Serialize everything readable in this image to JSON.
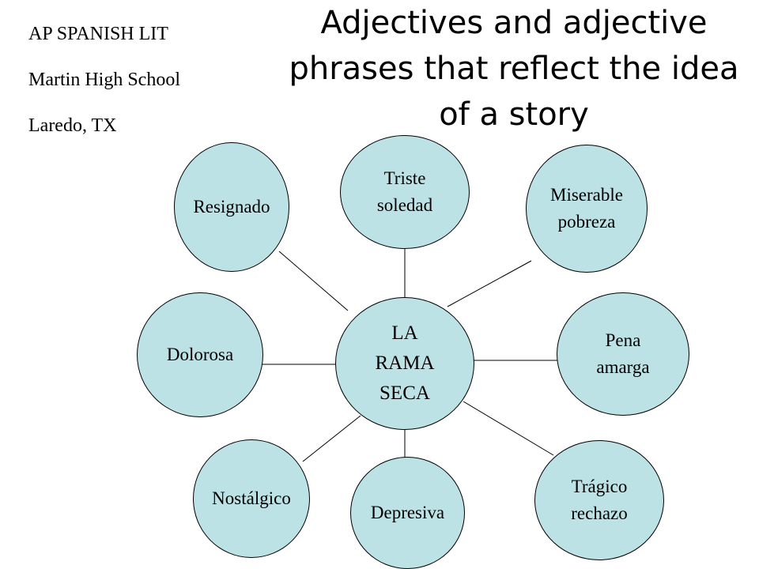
{
  "header": {
    "course": "AP SPANISH LIT",
    "school": "Martin High School",
    "location": "Laredo, TX"
  },
  "title": "Adjectives and adjective phrases that reflect the idea of a story",
  "diagram": {
    "center": "LA\nRAMA\nSECA",
    "nodes": {
      "resignado": "Resignado",
      "triste": "Triste\nsoledad",
      "miserable": "Miserable\npobreza",
      "dolorosa": "Dolorosa",
      "pena": "Pena\namarga",
      "nostalgico": "Nostálgico",
      "depresiva": "Depresiva",
      "tragico": "Trágico\nrechazo"
    },
    "colors": {
      "bubble_fill": "#bde2e6",
      "outline": "#000000"
    }
  }
}
